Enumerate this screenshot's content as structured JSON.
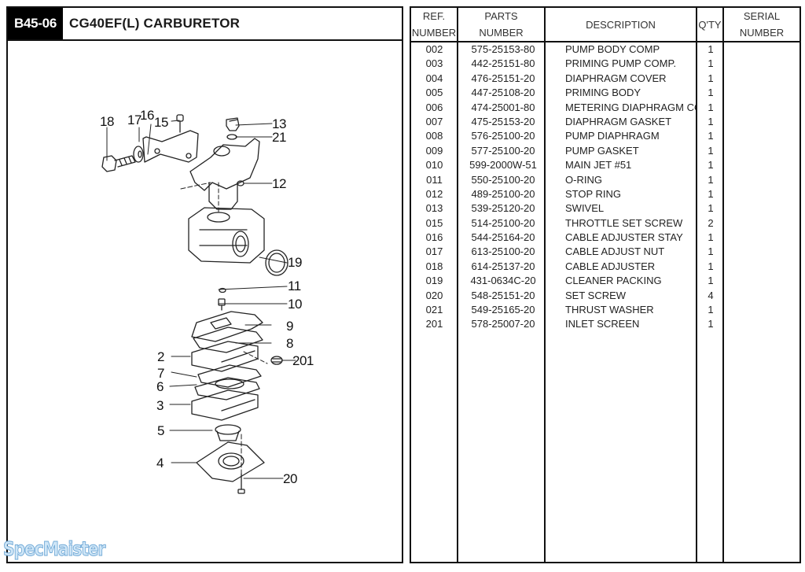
{
  "header": {
    "section_code": "B45-06",
    "title": "CG40EF(L)  CARBURETOR"
  },
  "diagram": {
    "callouts": [
      "18",
      "17",
      "16",
      "15",
      "13",
      "21",
      "12",
      "19",
      "11",
      "10",
      "9",
      "8",
      "2",
      "201",
      "7",
      "6",
      "3",
      "5",
      "4",
      "20"
    ]
  },
  "table": {
    "columns": [
      {
        "line1": "REF.",
        "line2": "NUMBER"
      },
      {
        "line1": "PARTS",
        "line2": "NUMBER"
      },
      {
        "line1": "DESCRIPTION",
        "line2": ""
      },
      {
        "line1": "Q'TY",
        "line2": ""
      },
      {
        "line1": "SERIAL",
        "line2": "NUMBER"
      }
    ],
    "rows": [
      {
        "ref": "002",
        "part": "575-25153-80",
        "desc": "PUMP BODY COMP",
        "qty": "1",
        "serial": ""
      },
      {
        "ref": "003",
        "part": "442-25151-80",
        "desc": "PRIMING PUMP COMP.",
        "qty": "1",
        "serial": ""
      },
      {
        "ref": "004",
        "part": "476-25151-20",
        "desc": "DIAPHRAGM COVER",
        "qty": "1",
        "serial": ""
      },
      {
        "ref": "005",
        "part": "447-25108-20",
        "desc": "PRIMING BODY",
        "qty": "1",
        "serial": ""
      },
      {
        "ref": "006",
        "part": "474-25001-80",
        "desc": "METERING DIAPHRAGM COMP",
        "qty": "1",
        "serial": ""
      },
      {
        "ref": "007",
        "part": "475-25153-20",
        "desc": "DIAPHRAGM GASKET",
        "qty": "1",
        "serial": ""
      },
      {
        "ref": "008",
        "part": "576-25100-20",
        "desc": "PUMP DIAPHRAGM",
        "qty": "1",
        "serial": ""
      },
      {
        "ref": "009",
        "part": "577-25100-20",
        "desc": "PUMP GASKET",
        "qty": "1",
        "serial": ""
      },
      {
        "ref": "010",
        "part": "599-2000W-51",
        "desc": "MAIN JET #51",
        "qty": "1",
        "serial": ""
      },
      {
        "ref": "011",
        "part": "550-25100-20",
        "desc": "O-RING",
        "qty": "1",
        "serial": ""
      },
      {
        "ref": "012",
        "part": "489-25100-20",
        "desc": "STOP RING",
        "qty": "1",
        "serial": ""
      },
      {
        "ref": "013",
        "part": "539-25120-20",
        "desc": "SWIVEL",
        "qty": "1",
        "serial": ""
      },
      {
        "ref": "015",
        "part": "514-25100-20",
        "desc": "THROTTLE SET SCREW",
        "qty": "2",
        "serial": ""
      },
      {
        "ref": "016",
        "part": "544-25164-20",
        "desc": "CABLE ADJUSTER STAY",
        "qty": "1",
        "serial": ""
      },
      {
        "ref": "017",
        "part": "613-25100-20",
        "desc": "CABLE ADJUST NUT",
        "qty": "1",
        "serial": ""
      },
      {
        "ref": "018",
        "part": "614-25137-20",
        "desc": "CABLE ADJUSTER",
        "qty": "1",
        "serial": ""
      },
      {
        "ref": "019",
        "part": "431-0634C-20",
        "desc": "CLEANER PACKING",
        "qty": "1",
        "serial": ""
      },
      {
        "ref": "020",
        "part": "548-25151-20",
        "desc": "SET SCREW",
        "qty": "4",
        "serial": ""
      },
      {
        "ref": "021",
        "part": "549-25165-20",
        "desc": "THRUST WASHER",
        "qty": "1",
        "serial": ""
      },
      {
        "ref": "201",
        "part": "578-25007-20",
        "desc": "INLET SCREEN",
        "qty": "1",
        "serial": ""
      }
    ]
  },
  "watermark": "SpecMaister"
}
